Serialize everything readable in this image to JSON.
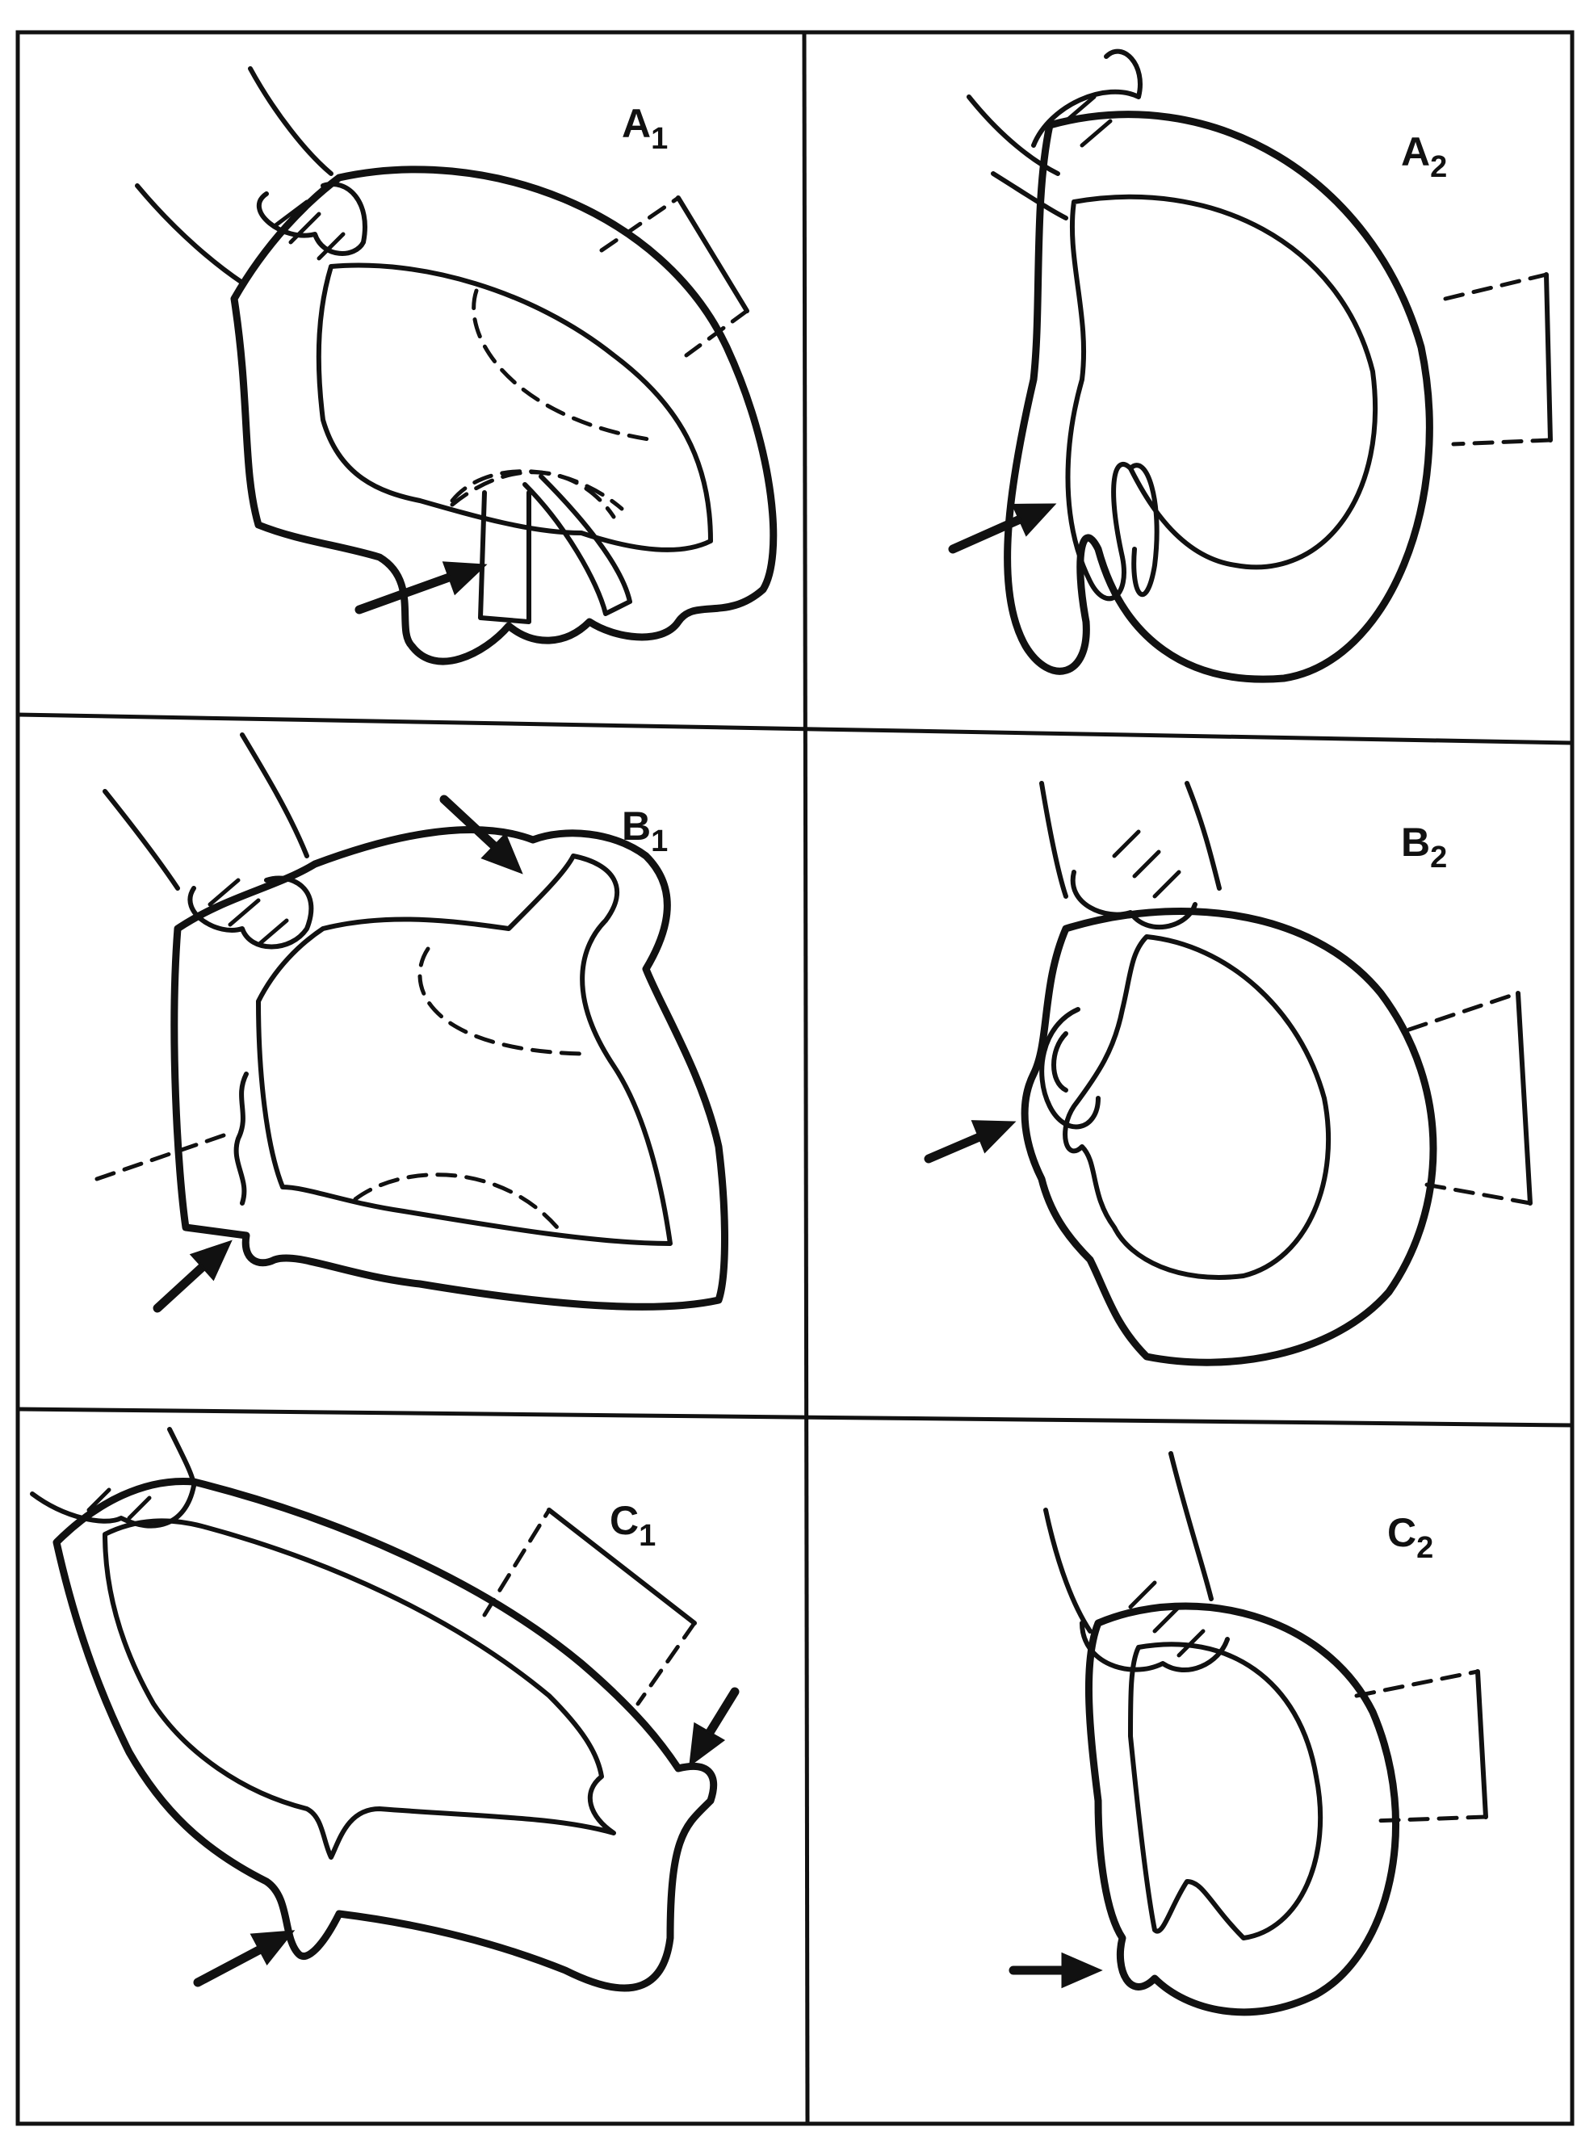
{
  "panels": [
    {
      "id": "A1",
      "letter": "A",
      "index": "1"
    },
    {
      "id": "A2",
      "letter": "A",
      "index": "2"
    },
    {
      "id": "B1",
      "letter": "B",
      "index": "1"
    },
    {
      "id": "B2",
      "letter": "B",
      "index": "2"
    },
    {
      "id": "C1",
      "letter": "C",
      "index": "1"
    },
    {
      "id": "C2",
      "letter": "C",
      "index": "2"
    }
  ],
  "colors": {
    "ink": "#111111",
    "paper": "#ffffff"
  },
  "icons": {
    "pointer": "arrow-icon"
  }
}
